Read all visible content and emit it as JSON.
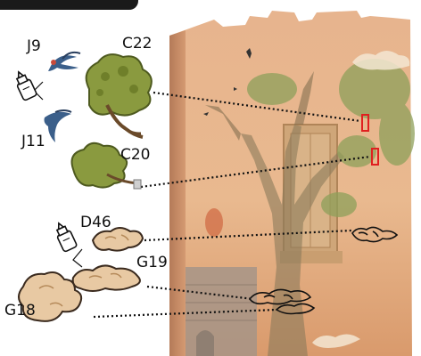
{
  "labels": {
    "j9": "J9",
    "c22": "C22",
    "j11": "J11",
    "c20": "C20",
    "d46": "D46",
    "g19": "G19",
    "g18": "G18"
  },
  "colors": {
    "board_wall": "#e3a57f",
    "board_sky": "#ecc89a",
    "foliage": "#8a9a3f",
    "foliage_dark": "#4e5a1f",
    "bird": "#3b5f8a",
    "cloud": "#e8c9a3",
    "cloud_edge": "#3a2a1e",
    "marker": "#e02020",
    "leader": "#111111"
  },
  "icons": [
    "glue-bottle-icon",
    "glue-bottle-icon"
  ]
}
